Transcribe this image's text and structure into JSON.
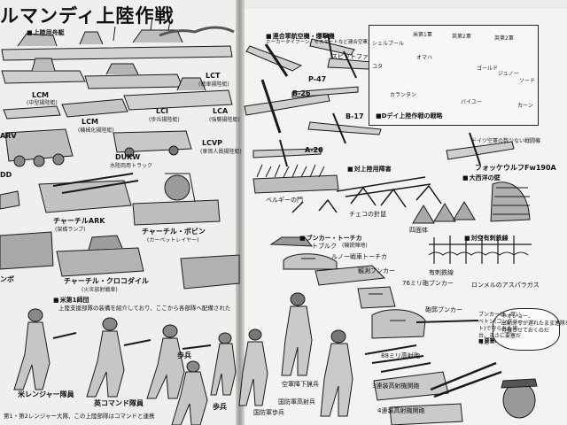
{
  "title": "ルマンディ上陸作戦",
  "left_page": {
    "sections": {
      "ships": "上陸用舟艇",
      "rangers": "米第1師団",
      "ranger_desc": "上陸支援部隊の装備を紹介しており、ここから各部隊へ配備された"
    },
    "labels": {
      "lcm_top": "LCM",
      "lcm_top_sub": "(中型揚陸艇)",
      "lct": "LCT",
      "lct_sub": "(戦車揚陸艇)",
      "lci": "LCI",
      "lci_sub": "(歩兵揚陸艇)",
      "lcm": "LCM",
      "lcm_sub": "(機械化揚陸艇)",
      "lca": "LCA",
      "lca_sub": "(強襲揚陸艇)",
      "lcvp": "LCVP",
      "lcvp_sub": "(車両人員揚陸艇)",
      "dukw": "DUKW",
      "dukw_sub": "水陸両用トラック",
      "arv": "ARV",
      "ddd": "DD",
      "ark": "チャーチルARK",
      "ark_sub": "(架橋ランプ)",
      "bobbin": "チャーチル・ボビン",
      "bobbin_sub": "(カーペットレイヤー)",
      "crocodile": "チャーチル・クロコダイル",
      "crocodile_sub": "(火炎放射戦車)",
      "ranger1": "米レンジャー隊員",
      "ranger2": "英コマンド隊員",
      "ranger3": "歩兵",
      "ranger4": "歩兵",
      "left_edge": "ンボ",
      "left_bottom": "第1・第2レンジャー大隊、この上陸部隊はコマンドと連携"
    }
  },
  "right_page": {
    "sections": {
      "aircraft": "連合軍航空機・爆撃機",
      "aircraft_sub": "ホーカータイフーン、モスキートなど連合空軍が上空を支配",
      "obstacles": "対上陸用障害",
      "bunker": "ブンカー・トーチカ",
      "wall": "大西洋の壁",
      "fence": "対空有刺鉄線",
      "map_caption": "Dデイ上陸作戦の戦略",
      "ss": "要塞砲兵"
    },
    "labels": {
      "p47": "P-47",
      "b26": "B-26",
      "b17": "B-17",
      "a20": "A-20",
      "spitfire": "スピットファイア",
      "fw190": "フォッケウルフFw190A",
      "fw190_sub": "ドイツ空軍の数少ない戦闘機",
      "hedgehog": "チェコの針鼠",
      "belgian": "ベルギーの門",
      "tetra": "四面体",
      "tobruk": "トブルク",
      "tobruk_sub": "(機銃陣地)",
      "renault": "ルノー戦車トーチカ",
      "bunker1": "観測ブンカー",
      "bunker2": "76ミリ砲ブンカー",
      "casemate": "砲郭ブンカー",
      "rommel": "ロンメルのアスパラガス",
      "wire": "有刺鉄線",
      "mg1": "3連装高射機関砲",
      "mg2": "4連装高射機関砲",
      "flak": "88ミリ高射砲",
      "soldier1": "空軍降下猟兵",
      "soldier2": "国防軍歩兵",
      "soldier3": "国防軍高射兵"
    },
    "map": {
      "div1": "米第1軍",
      "div2": "英第2軍",
      "div3": "英第2軍",
      "omaha": "オマハ",
      "utah": "ユタ",
      "gold": "ゴールド",
      "juno": "ジュノー",
      "sword": "ソード",
      "caen": "カーン",
      "bayeux": "バイユー",
      "carentan": "カランタン",
      "cherbourg": "シェルブール"
    },
    "note": {
      "bunker_note": "ブンカーは、厚いベトン(コンクリート)で守られた砲台、まさに要塞だった",
      "speech": "ネオショー、\n出動命令が遅れたまま連隊を\n待機させておくのだ"
    }
  }
}
